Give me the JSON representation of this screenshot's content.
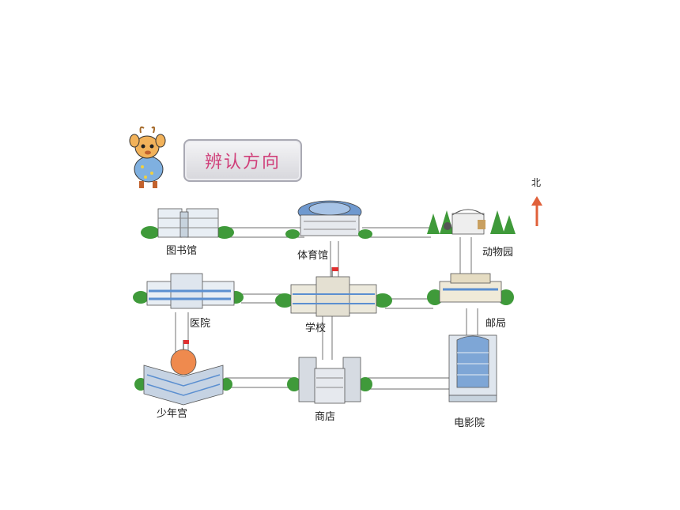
{
  "title": "辨认方向",
  "north_label": "北",
  "places": {
    "library": "图书馆",
    "gym": "体育馆",
    "zoo": "动物园",
    "hospital": "医院",
    "school": "学校",
    "post_office": "邮局",
    "youth_palace": "少年宫",
    "shop": "商店",
    "cinema": "电影院"
  },
  "colors": {
    "title_text": "#d0407a",
    "north_arrow": "#e0603a",
    "road": "#808080",
    "tree": "#3f9a3a",
    "building_blue": "#5b8fd0",
    "flag": "#e03030"
  }
}
